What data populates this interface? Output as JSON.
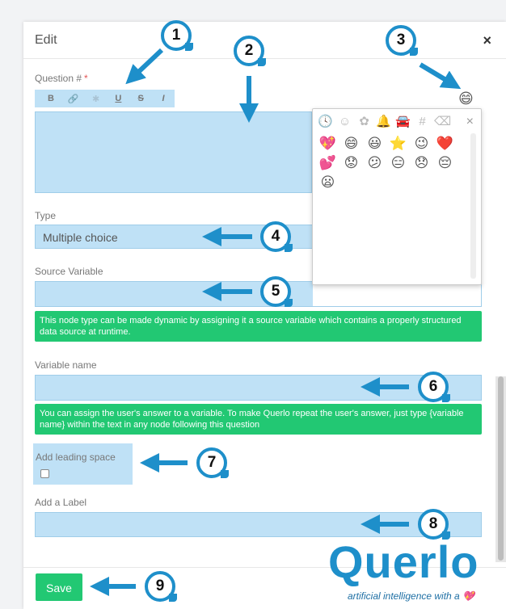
{
  "modal": {
    "title": "Edit",
    "close_label": "×"
  },
  "question": {
    "label": "Question #",
    "required_mark": "*",
    "toolbar": [
      "B",
      "🔗",
      "✱",
      "U",
      "S",
      "I"
    ]
  },
  "type": {
    "label": "Type",
    "value": "Multiple choice"
  },
  "source_variable": {
    "label": "Source Variable",
    "help": "This node type can be made dynamic by assigning it a source variable which contains a properly structured data source at runtime."
  },
  "variable_name": {
    "label": "Variable name",
    "help": "You can assign the user's answer to a variable. To make Querlo repeat the user's answer, just type {variable name} within the text in any node following this question"
  },
  "leading_space": {
    "label": "Add leading space"
  },
  "label_field": {
    "label": "Add a Label"
  },
  "save_label": "Save",
  "emoji_picker": {
    "trigger": "😄",
    "tabs": [
      "🕓",
      "☺",
      "✿",
      "🔔",
      "🚘",
      "#",
      "⌫"
    ],
    "close": "×",
    "emojis": [
      "💖",
      "😄",
      "😃",
      "⭐",
      "😉",
      "❤️",
      "💕",
      "😟",
      "😕",
      "😑",
      "😞",
      "😔",
      "😦"
    ]
  },
  "callouts": [
    "1",
    "2",
    "3",
    "4",
    "5",
    "6",
    "7",
    "8",
    "9"
  ],
  "branding": {
    "logo": "Querlo",
    "tagline": "artificial intelligence with a",
    "tagline_heart": "💖"
  },
  "colors": {
    "highlight": "#bfe1f6",
    "green": "#22c873",
    "callout_blue": "#1e8fca"
  }
}
